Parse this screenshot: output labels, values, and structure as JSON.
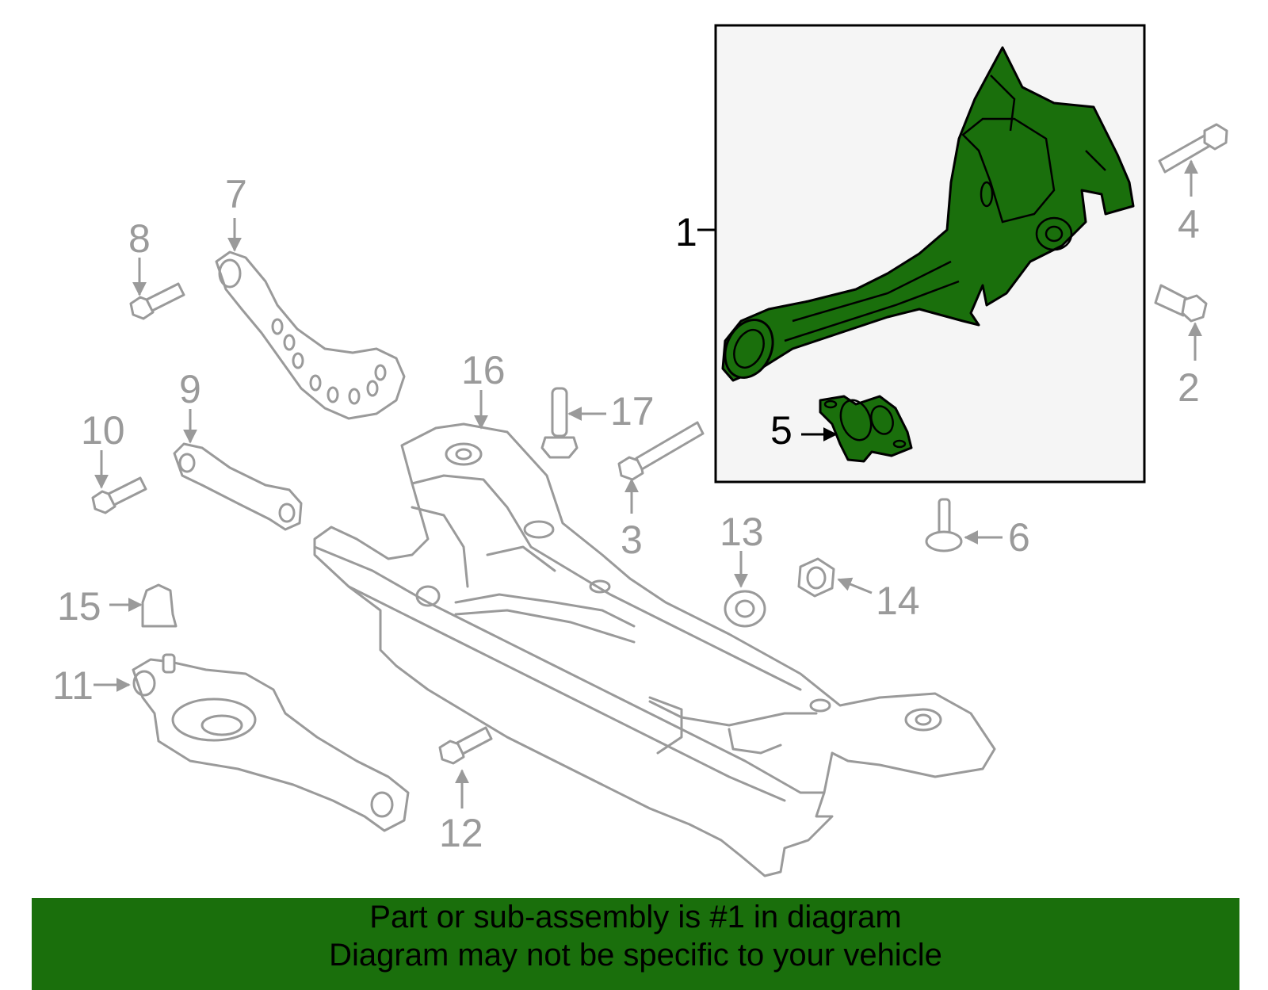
{
  "banner": {
    "line1": "Part or sub-assembly is #1 in diagram",
    "line2": "Diagram may not be specific to your vehicle"
  },
  "callouts": {
    "c1": "1",
    "c2": "2",
    "c3": "3",
    "c4": "4",
    "c5": "5",
    "c6": "6",
    "c7": "7",
    "c8": "8",
    "c9": "9",
    "c10": "10",
    "c11": "11",
    "c12": "12",
    "c13": "13",
    "c14": "14",
    "c15": "15",
    "c16": "16",
    "c17": "17"
  },
  "colors": {
    "highlight_green": "#1a6f0c",
    "line_gray": "#9a9a9a",
    "inset_background": "#f5f5f5"
  }
}
